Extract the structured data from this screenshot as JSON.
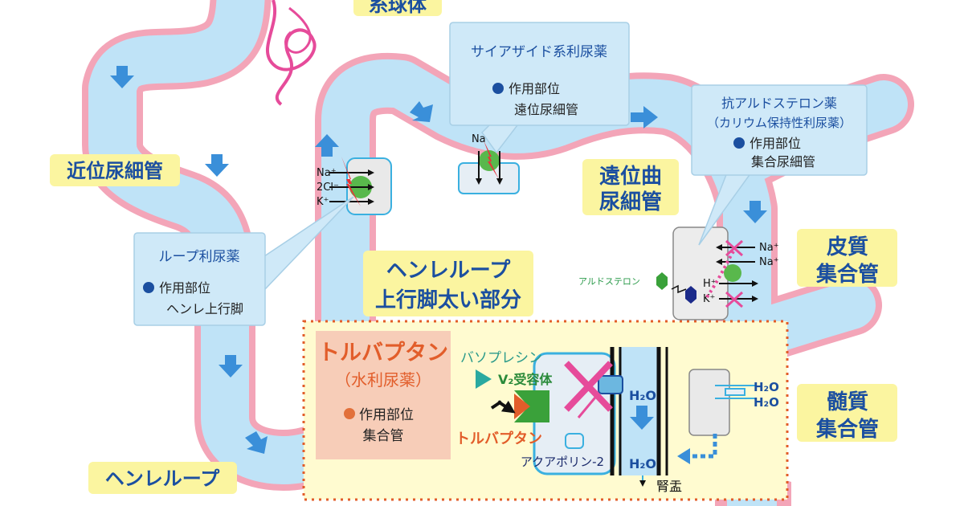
{
  "colors": {
    "tubule_fill": "#bfe3f7",
    "tubule_wall": "#f3a5b8",
    "flow_arrow": "#3a8fd9",
    "callout_fill": "#cfe9f8",
    "yellow_label": "#fbf5a0",
    "label_text": "#1b4fa0",
    "drug_red": "#e25d2a",
    "salmon_box": "#f7cdb8",
    "green_marker": "#59b84c",
    "magenta": "#e64b9a"
  },
  "labels": {
    "glomerulus": "糸球体",
    "proximal_tubule": "近位尿細管",
    "loop_of_henle": "ヘンレループ",
    "thick_ascending_line1": "ヘンレループ",
    "thick_ascending_line2": "上行脚太い部分",
    "distal_line1": "遠位曲",
    "distal_line2": "尿細管",
    "cortical_cd_line1": "皮質",
    "cortical_cd_line2": "集合管",
    "medullary_cd_line1": "髄質",
    "medullary_cd_line2": "集合管"
  },
  "callouts": {
    "loop_diuretic": {
      "title": "ループ利尿薬",
      "site_label": "作用部位",
      "site": "ヘンレ上行脚",
      "bullet_icon": "blue-dot-icon"
    },
    "thiazide": {
      "title": "サイアザイド系利尿薬",
      "site_label": "作用部位",
      "site": "遠位尿細管",
      "bullet_icon": "blue-dot-icon"
    },
    "anti_aldosterone": {
      "title_line1": "抗アルドステロン薬",
      "title_line2": "（カリウム保持性利尿薬）",
      "site_label": "作用部位",
      "site": "集合尿細管",
      "bullet_icon": "blue-dot-icon"
    },
    "tolvaptan": {
      "title_line1": "トルバプタン",
      "title_line2": "（水利尿薬）",
      "site_label": "作用部位",
      "site": "集合管",
      "bullet_icon": "orange-dot-icon"
    }
  },
  "transport": {
    "nkcc": [
      "Na⁺",
      "2Cl⁻",
      "K⁺"
    ],
    "ncc": "Na⁺Cl⁻",
    "enac_na_1": "Na⁺",
    "enac_na_2": "Na⁺",
    "h_ion": "H⁺",
    "k_ion": "K⁺",
    "aldosterone": "アルドステロン",
    "water_1": "H₂O",
    "water_2": "H₂O",
    "water_inner": "H₂O",
    "water_lumen": "H₂O",
    "renal_pelvis": "腎盂"
  },
  "inset": {
    "vasopressin": "バソプレシン",
    "v2_receptor": "V₂受容体",
    "tolvaptan": "トルバプタン",
    "aquaporin": "アクアポリン-2"
  }
}
